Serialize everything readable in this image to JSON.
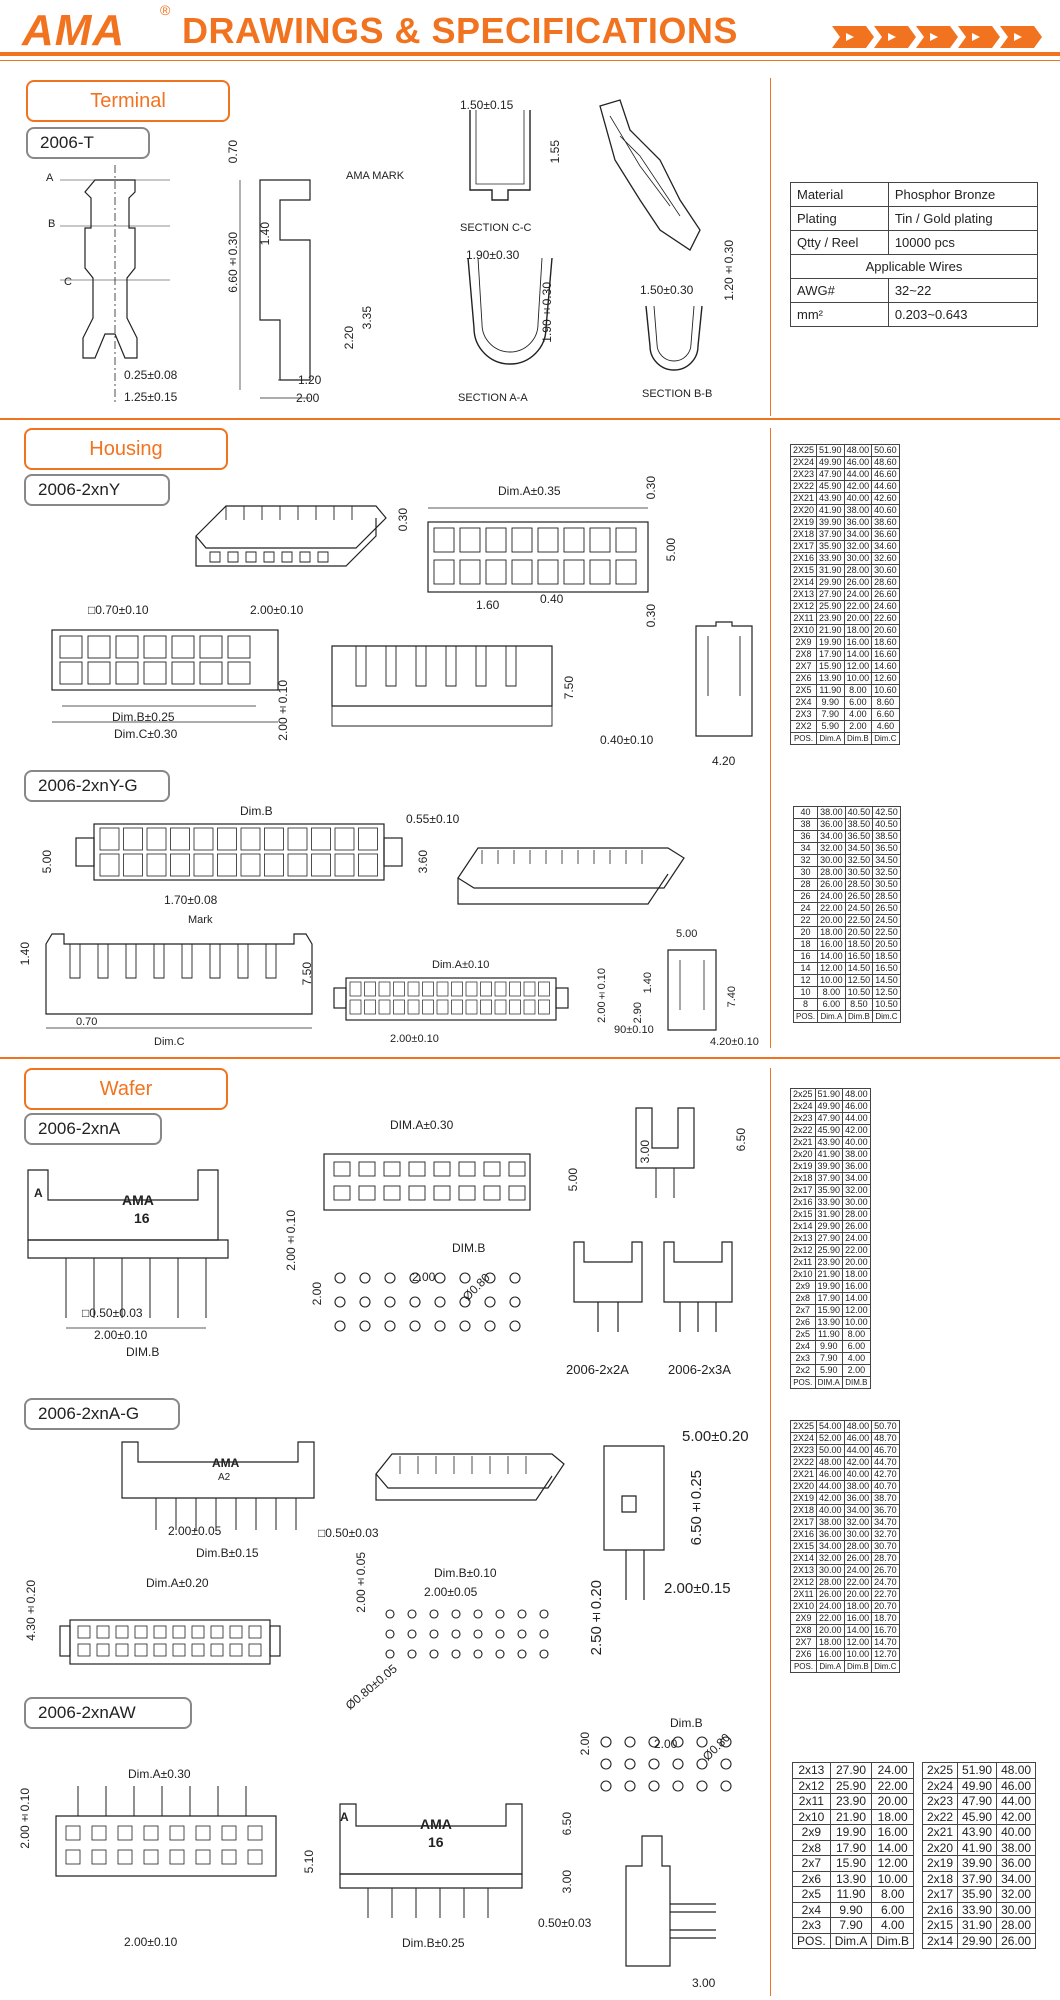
{
  "header": {
    "logo": "AMA",
    "reg": "®",
    "title": "DRAWINGS & SPECIFICATIONS"
  },
  "sections": {
    "terminal": {
      "label": "Terminal",
      "part": "2006-T"
    },
    "housing": {
      "label": "Housing",
      "part1": "2006-2xnY",
      "part2": "2006-2xnY-G"
    },
    "wafer": {
      "label": "Wafer",
      "part1": "2006-2xnA",
      "part2": "2006-2xnA-G",
      "part3": "2006-2xnAW"
    }
  },
  "spec": {
    "rows": [
      [
        "Material",
        "Phosphor Bronze"
      ],
      [
        "Plating",
        "Tin / Gold plating"
      ],
      [
        "Qtty / Reel",
        "10000 pcs"
      ]
    ],
    "applicable": "Applicable Wires",
    "rows2": [
      [
        "AWG#",
        "32~22"
      ],
      [
        "mm²",
        "0.203~0.643"
      ]
    ]
  },
  "labels": {
    "t": [
      "1.50±0.15",
      "1.55",
      "SECTION C-C",
      "1.90±0.30",
      "1.90±0.30",
      "SECTION A-A",
      "1.50±0.30",
      "1.20±0.30",
      "SECTION B-B",
      "AMA MARK",
      "0.70",
      "6.60±0.30",
      "1.40",
      "2.20",
      "3.35",
      "1.20",
      "2.00",
      "0.25±0.08",
      "1.25±0.15",
      "A",
      "B",
      "C"
    ],
    "h": [
      "Dim.A±0.35",
      "0.30",
      "0.30",
      "5.00",
      "1.60",
      "0.40",
      "0.30",
      "□0.70±0.10",
      "2.00±0.10",
      "Dim.B±0.25",
      "Dim.C±0.30",
      "2.00±0.10",
      "7.50",
      "0.40±0.10",
      "4.20"
    ],
    "hg": [
      "Dim.B",
      "0.55±0.10",
      "5.00",
      "3.60",
      "1.70±0.08",
      "1.40",
      "Mark",
      "7.50",
      "0.70",
      "Dim.C",
      "Dim.A±0.10",
      "2.00±0.10",
      "2.00±0.10",
      "5.00",
      "1.40",
      "2.90",
      "7.40",
      "90±0.10",
      "4.20±0.10"
    ],
    "w": [
      "AMA",
      "16",
      "A",
      "DIM.A±0.30",
      "5.00",
      "2.00±0.10",
      "DIM.B",
      "2.00",
      "2.00",
      "Ø0.80",
      "□0.50±0.03",
      "2.00±0.10",
      "DIM.B",
      "3.00",
      "6.50",
      "2006-2x2A",
      "2006-2x3A"
    ],
    "wg": [
      "AMA",
      "A2",
      "2.00±0.05",
      "□0.50±0.03",
      "Dim.B±0.15",
      "5.00±0.20",
      "6.50±0.25",
      "2.00±0.15",
      "2.50±0.20",
      "Dim.A±0.20",
      "4.30±0.20",
      "Dim.B±0.10",
      "2.00±0.05",
      "2.00±0.05",
      "Ø0.80±0.05"
    ],
    "aw": [
      "Dim.A±0.30",
      "2.00±0.10",
      "5.10",
      "2.00±0.10",
      "AMA",
      "16",
      "A",
      "6.50",
      "3.00",
      "0.50±0.03",
      "Dim.B±0.25",
      "Dim.B",
      "2.00",
      "2.00",
      "Ø0.80",
      "3.00"
    ]
  },
  "tables": {
    "housing": {
      "header": [
        "POS.",
        "Dim.A",
        "Dim.B",
        "Dim.C"
      ],
      "rows": [
        [
          "2X25",
          "51.90",
          "48.00",
          "50.60"
        ],
        [
          "2X24",
          "49.90",
          "46.00",
          "48.60"
        ],
        [
          "2X23",
          "47.90",
          "44.00",
          "46.60"
        ],
        [
          "2X22",
          "45.90",
          "42.00",
          "44.60"
        ],
        [
          "2X21",
          "43.90",
          "40.00",
          "42.60"
        ],
        [
          "2X20",
          "41.90",
          "38.00",
          "40.60"
        ],
        [
          "2X19",
          "39.90",
          "36.00",
          "38.60"
        ],
        [
          "2X18",
          "37.90",
          "34.00",
          "36.60"
        ],
        [
          "2X17",
          "35.90",
          "32.00",
          "34.60"
        ],
        [
          "2X16",
          "33.90",
          "30.00",
          "32.60"
        ],
        [
          "2X15",
          "31.90",
          "28.00",
          "30.60"
        ],
        [
          "2X14",
          "29.90",
          "26.00",
          "28.60"
        ],
        [
          "2X13",
          "27.90",
          "24.00",
          "26.60"
        ],
        [
          "2X12",
          "25.90",
          "22.00",
          "24.60"
        ],
        [
          "2X11",
          "23.90",
          "20.00",
          "22.60"
        ],
        [
          "2X10",
          "21.90",
          "18.00",
          "20.60"
        ],
        [
          "2X9",
          "19.90",
          "16.00",
          "18.60"
        ],
        [
          "2X8",
          "17.90",
          "14.00",
          "16.60"
        ],
        [
          "2X7",
          "15.90",
          "12.00",
          "14.60"
        ],
        [
          "2X6",
          "13.90",
          "10.00",
          "12.60"
        ],
        [
          "2X5",
          "11.90",
          "8.00",
          "10.60"
        ],
        [
          "2X4",
          "9.90",
          "6.00",
          "8.60"
        ],
        [
          "2X3",
          "7.90",
          "4.00",
          "6.60"
        ],
        [
          "2X2",
          "5.90",
          "2.00",
          "4.60"
        ]
      ]
    },
    "housingG": {
      "header": [
        "POS.",
        "Dim.A",
        "Dim.B",
        "Dim.C"
      ],
      "rows": [
        [
          "40",
          "38.00",
          "40.50",
          "42.50"
        ],
        [
          "38",
          "36.00",
          "38.50",
          "40.50"
        ],
        [
          "36",
          "34.00",
          "36.50",
          "38.50"
        ],
        [
          "34",
          "32.00",
          "34.50",
          "36.50"
        ],
        [
          "32",
          "30.00",
          "32.50",
          "34.50"
        ],
        [
          "30",
          "28.00",
          "30.50",
          "32.50"
        ],
        [
          "28",
          "26.00",
          "28.50",
          "30.50"
        ],
        [
          "26",
          "24.00",
          "26.50",
          "28.50"
        ],
        [
          "24",
          "22.00",
          "24.50",
          "26.50"
        ],
        [
          "22",
          "20.00",
          "22.50",
          "24.50"
        ],
        [
          "20",
          "18.00",
          "20.50",
          "22.50"
        ],
        [
          "18",
          "16.00",
          "18.50",
          "20.50"
        ],
        [
          "16",
          "14.00",
          "16.50",
          "18.50"
        ],
        [
          "14",
          "12.00",
          "14.50",
          "16.50"
        ],
        [
          "12",
          "10.00",
          "12.50",
          "14.50"
        ],
        [
          "10",
          "8.00",
          "10.50",
          "12.50"
        ],
        [
          "8",
          "6.00",
          "8.50",
          "10.50"
        ]
      ]
    },
    "wafer": {
      "header": [
        "POS.",
        "DIM.A",
        "DIM.B"
      ],
      "rows": [
        [
          "2x25",
          "51.90",
          "48.00"
        ],
        [
          "2x24",
          "49.90",
          "46.00"
        ],
        [
          "2x23",
          "47.90",
          "44.00"
        ],
        [
          "2x22",
          "45.90",
          "42.00"
        ],
        [
          "2x21",
          "43.90",
          "40.00"
        ],
        [
          "2x20",
          "41.90",
          "38.00"
        ],
        [
          "2x19",
          "39.90",
          "36.00"
        ],
        [
          "2x18",
          "37.90",
          "34.00"
        ],
        [
          "2x17",
          "35.90",
          "32.00"
        ],
        [
          "2x16",
          "33.90",
          "30.00"
        ],
        [
          "2x15",
          "31.90",
          "28.00"
        ],
        [
          "2x14",
          "29.90",
          "26.00"
        ],
        [
          "2x13",
          "27.90",
          "24.00"
        ],
        [
          "2x12",
          "25.90",
          "22.00"
        ],
        [
          "2x11",
          "23.90",
          "20.00"
        ],
        [
          "2x10",
          "21.90",
          "18.00"
        ],
        [
          "2x9",
          "19.90",
          "16.00"
        ],
        [
          "2x8",
          "17.90",
          "14.00"
        ],
        [
          "2x7",
          "15.90",
          "12.00"
        ],
        [
          "2x6",
          "13.90",
          "10.00"
        ],
        [
          "2x5",
          "11.90",
          "8.00"
        ],
        [
          "2x4",
          "9.90",
          "6.00"
        ],
        [
          "2x3",
          "7.90",
          "4.00"
        ],
        [
          "2x2",
          "5.90",
          "2.00"
        ]
      ]
    },
    "waferG": {
      "header": [
        "POS.",
        "Dim.A",
        "Dim.B",
        "Dim.C"
      ],
      "rows": [
        [
          "2X25",
          "54.00",
          "48.00",
          "50.70"
        ],
        [
          "2X24",
          "52.00",
          "46.00",
          "48.70"
        ],
        [
          "2X23",
          "50.00",
          "44.00",
          "46.70"
        ],
        [
          "2X22",
          "48.00",
          "42.00",
          "44.70"
        ],
        [
          "2X21",
          "46.00",
          "40.00",
          "42.70"
        ],
        [
          "2X20",
          "44.00",
          "38.00",
          "40.70"
        ],
        [
          "2X19",
          "42.00",
          "36.00",
          "38.70"
        ],
        [
          "2X18",
          "40.00",
          "34.00",
          "36.70"
        ],
        [
          "2X17",
          "38.00",
          "32.00",
          "34.70"
        ],
        [
          "2X16",
          "36.00",
          "30.00",
          "32.70"
        ],
        [
          "2X15",
          "34.00",
          "28.00",
          "30.70"
        ],
        [
          "2X14",
          "32.00",
          "26.00",
          "28.70"
        ],
        [
          "2X13",
          "30.00",
          "24.00",
          "26.70"
        ],
        [
          "2X12",
          "28.00",
          "22.00",
          "24.70"
        ],
        [
          "2X11",
          "26.00",
          "20.00",
          "22.70"
        ],
        [
          "2X10",
          "24.00",
          "18.00",
          "20.70"
        ],
        [
          "2X9",
          "22.00",
          "16.00",
          "18.70"
        ],
        [
          "2X8",
          "20.00",
          "14.00",
          "16.70"
        ],
        [
          "2X7",
          "18.00",
          "12.00",
          "14.70"
        ],
        [
          "2X6",
          "16.00",
          "10.00",
          "12.70"
        ]
      ]
    },
    "waferAW_left": {
      "header": [
        "POS.",
        "Dim.A",
        "Dim.B"
      ],
      "rows": [
        [
          "2x13",
          "27.90",
          "24.00"
        ],
        [
          "2x12",
          "25.90",
          "22.00"
        ],
        [
          "2x11",
          "23.90",
          "20.00"
        ],
        [
          "2x10",
          "21.90",
          "18.00"
        ],
        [
          "2x9",
          "19.90",
          "16.00"
        ],
        [
          "2x8",
          "17.90",
          "14.00"
        ],
        [
          "2x7",
          "15.90",
          "12.00"
        ],
        [
          "2x6",
          "13.90",
          "10.00"
        ],
        [
          "2x5",
          "11.90",
          "8.00"
        ],
        [
          "2x4",
          "9.90",
          "6.00"
        ],
        [
          "2x3",
          "7.90",
          "4.00"
        ]
      ]
    },
    "waferAW_right": {
      "rows": [
        [
          "2x25",
          "51.90",
          "48.00"
        ],
        [
          "2x24",
          "49.90",
          "46.00"
        ],
        [
          "2x23",
          "47.90",
          "44.00"
        ],
        [
          "2x22",
          "45.90",
          "42.00"
        ],
        [
          "2x21",
          "43.90",
          "40.00"
        ],
        [
          "2x20",
          "41.90",
          "38.00"
        ],
        [
          "2x19",
          "39.90",
          "36.00"
        ],
        [
          "2x18",
          "37.90",
          "34.00"
        ],
        [
          "2x17",
          "35.90",
          "32.00"
        ],
        [
          "2x16",
          "33.90",
          "30.00"
        ],
        [
          "2x15",
          "31.90",
          "28.00"
        ],
        [
          "2x14",
          "29.90",
          "26.00"
        ]
      ]
    }
  }
}
